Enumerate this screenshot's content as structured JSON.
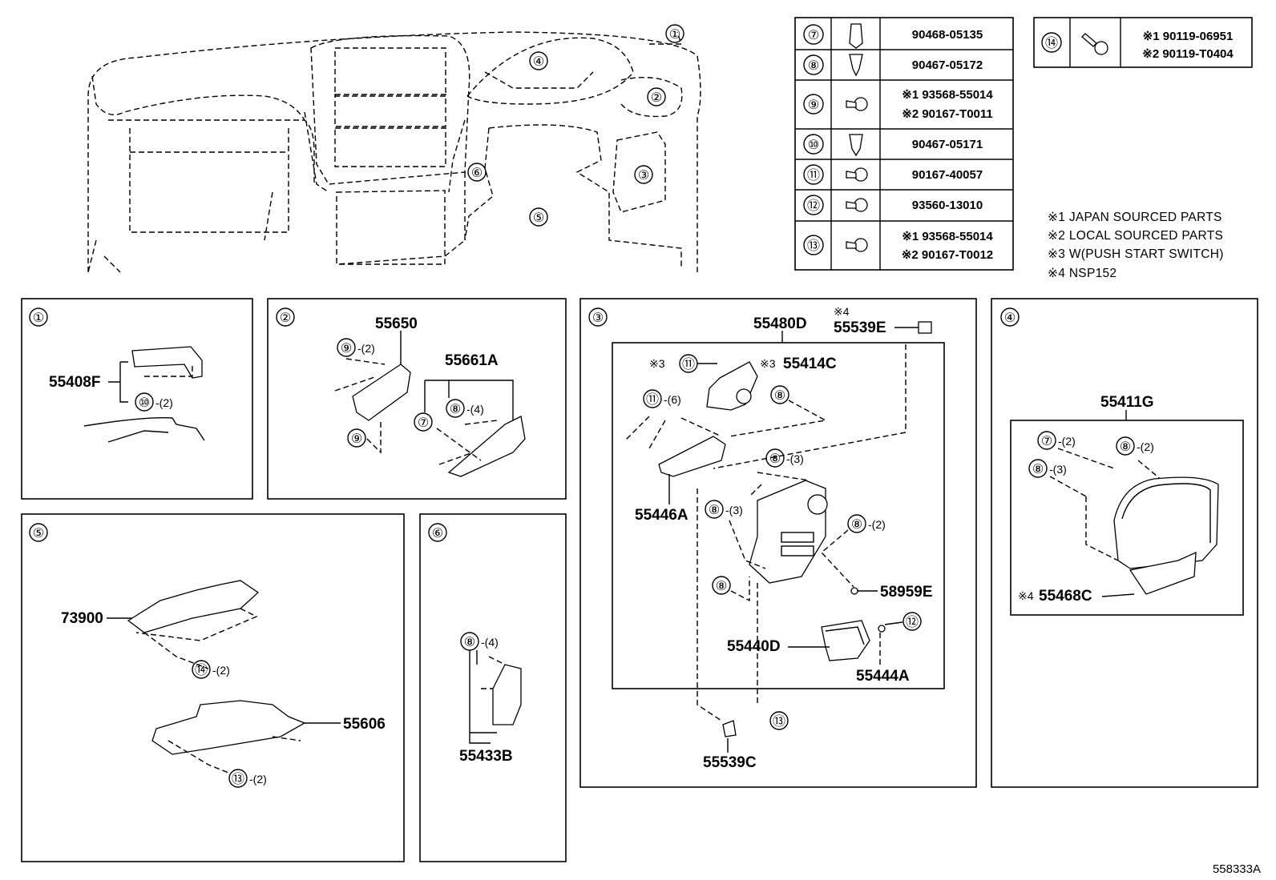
{
  "figure_id": "558333A",
  "overview": {
    "callouts": [
      "①",
      "②",
      "③",
      "④",
      "⑤",
      "⑥"
    ]
  },
  "fastener_table": [
    {
      "num": "⑦",
      "part": "90468-05135",
      "icon": "clip-icon"
    },
    {
      "num": "⑧",
      "part": "90467-05172",
      "icon": "clip-icon"
    },
    {
      "num": "⑨",
      "part": "※1 93568-55014",
      "part2": "※2 90167-T0011",
      "icon": "screw-icon"
    },
    {
      "num": "⑩",
      "part": "90467-05171",
      "icon": "clip-icon"
    },
    {
      "num": "⑪",
      "part": "90167-40057",
      "icon": "screw-icon"
    },
    {
      "num": "⑫",
      "part": "93560-13010",
      "icon": "screw-icon"
    },
    {
      "num": "⑬",
      "part": "※1 93568-55014",
      "part2": "※2 90167-T0012",
      "icon": "screw-icon"
    }
  ],
  "fastener_table_right": {
    "num": "⑭",
    "part": "※1 90119-06951",
    "part2": "※2 90119-T0404",
    "icon": "bolt-icon"
  },
  "notes": [
    "※1 JAPAN SOURCED PARTS",
    "※2 LOCAL SOURCED PARTS",
    "※3 W(PUSH START SWITCH)",
    "※4 NSP152"
  ],
  "panels": {
    "p1": {
      "num": "①",
      "parts": [
        "55408F"
      ],
      "callouts": [
        "⑩"
      ],
      "qty": [
        "-(2)"
      ]
    },
    "p2": {
      "num": "②",
      "parts": [
        "55650",
        "55661A"
      ],
      "callouts": [
        "⑨",
        "⑨",
        "⑧",
        "⑦"
      ],
      "qty": [
        "-(2)",
        "-(4)"
      ]
    },
    "p3": {
      "num": "③",
      "parts": [
        "55480D",
        "55539E",
        "55414C",
        "55446A",
        "58959E",
        "55440D",
        "55444A",
        "55539C"
      ],
      "prefix": [
        "※4",
        "※3",
        "※3"
      ],
      "callouts": [
        "⑪",
        "⑪",
        "⑧",
        "⑧",
        "⑧",
        "⑧",
        "⑧",
        "⑫",
        "⑬"
      ],
      "qty": [
        "-(6)",
        "-(3)",
        "-(3)",
        "-(2)"
      ]
    },
    "p4": {
      "num": "④",
      "parts": [
        "55411G",
        "55468C"
      ],
      "prefix": [
        "※4"
      ],
      "callouts": [
        "⑦",
        "⑧",
        "⑧"
      ],
      "qty": [
        "-(2)",
        "-(2)",
        "-(3)"
      ]
    },
    "p5": {
      "num": "⑤",
      "parts": [
        "73900",
        "55606"
      ],
      "callouts": [
        "⑭",
        "⑬"
      ],
      "qty": [
        "-(2)",
        "-(2)"
      ]
    },
    "p6": {
      "num": "⑥",
      "parts": [
        "55433B"
      ],
      "callouts": [
        "⑧"
      ],
      "qty": [
        "-(4)"
      ]
    }
  }
}
